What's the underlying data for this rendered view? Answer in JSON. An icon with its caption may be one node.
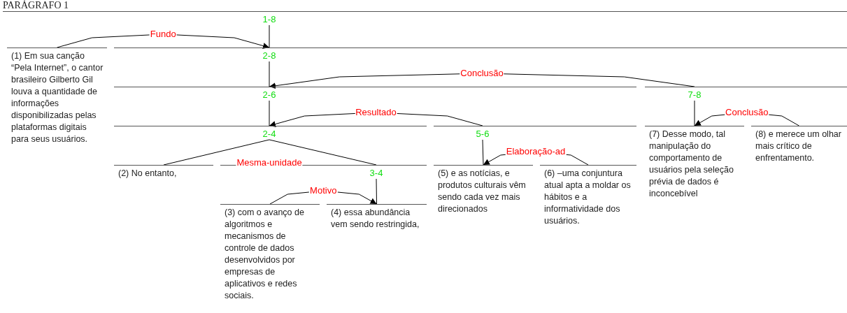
{
  "diagram": {
    "title": "PARÁGRAFO 1",
    "nodes": [
      {
        "text": [
          "1-8"
        ]
      },
      {
        "text": [
          "(1) Em sua canção “Pela Internet”, o cantor brasileiro Gilberto Gil louva a quantidade de informações disponibilizadas pelas plataformas digitais para seus usuários."
        ]
      },
      {
        "text": [
          "2-8"
        ]
      },
      {
        "text": [
          "2-6"
        ]
      },
      {
        "text": [
          "7-8"
        ]
      },
      {
        "text": [
          "2-4"
        ]
      },
      {
        "text": [
          "5-6"
        ]
      },
      {
        "text": [
          "(2) No entanto,"
        ]
      },
      {
        "text": [
          "3-4"
        ]
      },
      {
        "text": [
          "(3) com o avanço de algoritmos e mecanismos de controle de dados desenvolvidos por empresas de aplicativos e redes sociais."
        ]
      },
      {
        "text": [
          "(4) essa abundância vem sendo restringida,"
        ]
      },
      {
        "text": [
          "(5) e as notícias, e produtos culturais vêm sendo cada vez mais direcionados"
        ]
      },
      {
        "text": [
          "(6) –uma conjuntura atual apta a moldar os hábitos e a informatividade dos usuários."
        ]
      },
      {
        "text": [
          "(7) Desse modo, tal manipulação do comportamento de usuários pela seleção prévia de dados é inconcebível"
        ]
      },
      {
        "text": [
          "(8) e merece um olhar mais crítico de enfrentamento."
        ]
      }
    ],
    "edges": [
      {
        "from": 0,
        "to": 2,
        "arrow": "none"
      },
      {
        "from": 1,
        "to": 2,
        "arrow": "to",
        "label": "Fundo"
      },
      {
        "from": 2,
        "to": 3,
        "arrow": "none"
      },
      {
        "from": 4,
        "to": 3,
        "arrow": "to",
        "label": "Conclusão"
      },
      {
        "from": 3,
        "to": 5,
        "arrow": "none"
      },
      {
        "from": 6,
        "to": 5,
        "arrow": "to",
        "label": "Resultado"
      },
      {
        "from": 4,
        "to": 13,
        "arrow": "none"
      },
      {
        "from": 14,
        "to": 13,
        "arrow": "to",
        "label": "Conclusão"
      },
      {
        "from": 5,
        "to": 7,
        "arrow": "none"
      },
      {
        "from": 5,
        "to": 8,
        "arrow": "none"
      },
      {
        "from": 6,
        "to": 11,
        "arrow": "none"
      },
      {
        "from": 12,
        "to": 11,
        "arrow": "to",
        "label": "Elaboração-ad"
      },
      {
        "from": 8,
        "to": 10,
        "arrow": "none"
      },
      {
        "from": 9,
        "to": 10,
        "arrow": "to",
        "label": "Motivo"
      }
    ],
    "labels": [
      "Mesma-unidade"
    ]
  }
}
